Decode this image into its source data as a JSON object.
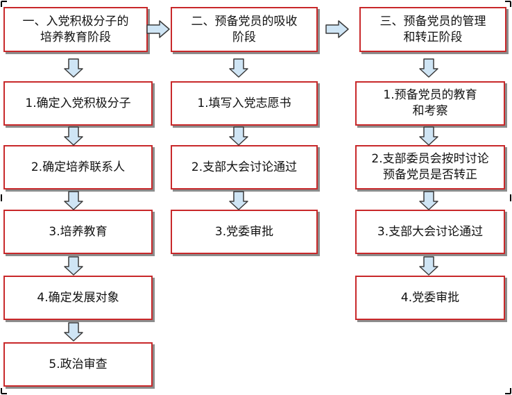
{
  "colors": {
    "box_border": "#c8282a",
    "box_shadow": "#8c8c8c",
    "arrow_fill": "#cfe5f5",
    "arrow_stroke": "#3a3a3a",
    "text": "#111111"
  },
  "columns": [
    {
      "header": "一、入党积极分子的\n培养教育阶段",
      "steps": [
        "1.确定入党积极分子",
        "2.确定培养联系人",
        "3.培养教育",
        "4.确定发展对象",
        "5.政治审查"
      ]
    },
    {
      "header": "二、预备党员的吸收\n阶段",
      "steps": [
        "1.填写入党志愿书",
        "2.支部大会讨论通过",
        "3.党委审批"
      ]
    },
    {
      "header": "三、预备党员的管理\n和转正阶段",
      "steps": [
        "1.预备党员的教育\n和考察",
        "2.支部委员会按时讨论\n预备党员是否转正",
        "3.支部大会讨论通过",
        "4.党委审批"
      ]
    }
  ]
}
